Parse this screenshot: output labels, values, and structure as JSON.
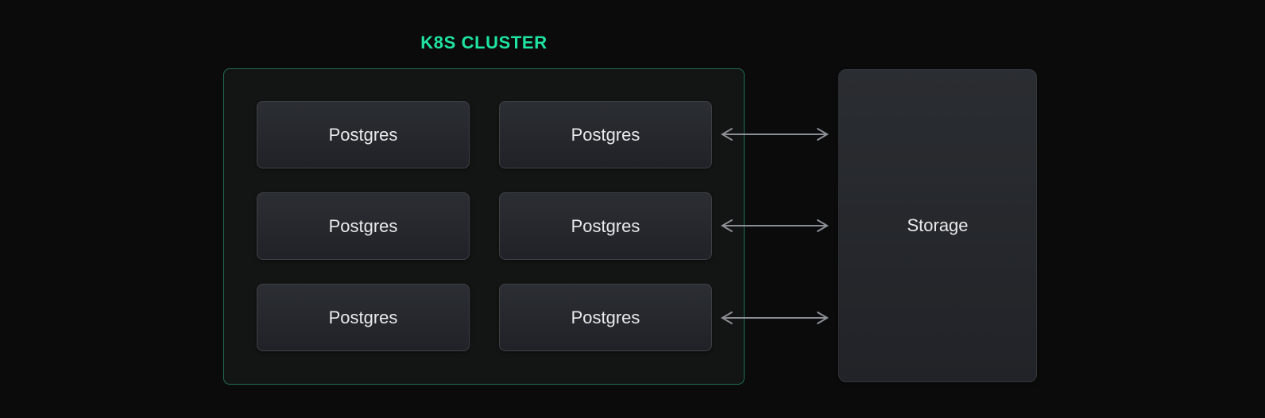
{
  "diagram": {
    "title": {
      "text": "K8S CLUSTER",
      "color": "#1fe3a1"
    },
    "cluster": {
      "border_color": "#216e52",
      "nodes": [
        {
          "label": "Postgres"
        },
        {
          "label": "Postgres"
        },
        {
          "label": "Postgres"
        },
        {
          "label": "Postgres"
        },
        {
          "label": "Postgres"
        },
        {
          "label": "Postgres"
        }
      ]
    },
    "storage": {
      "label": "Storage"
    },
    "arrows": {
      "count": 3,
      "type": "bidirectional",
      "color": "#8b8f94",
      "connects": "right-column postgres nodes to storage"
    },
    "colors": {
      "background": "#0b0b0c",
      "node_fill_top": "#2b2e33",
      "node_fill_bottom": "#202227",
      "node_border": "#3d4146",
      "node_text": "#e9eaec"
    }
  }
}
